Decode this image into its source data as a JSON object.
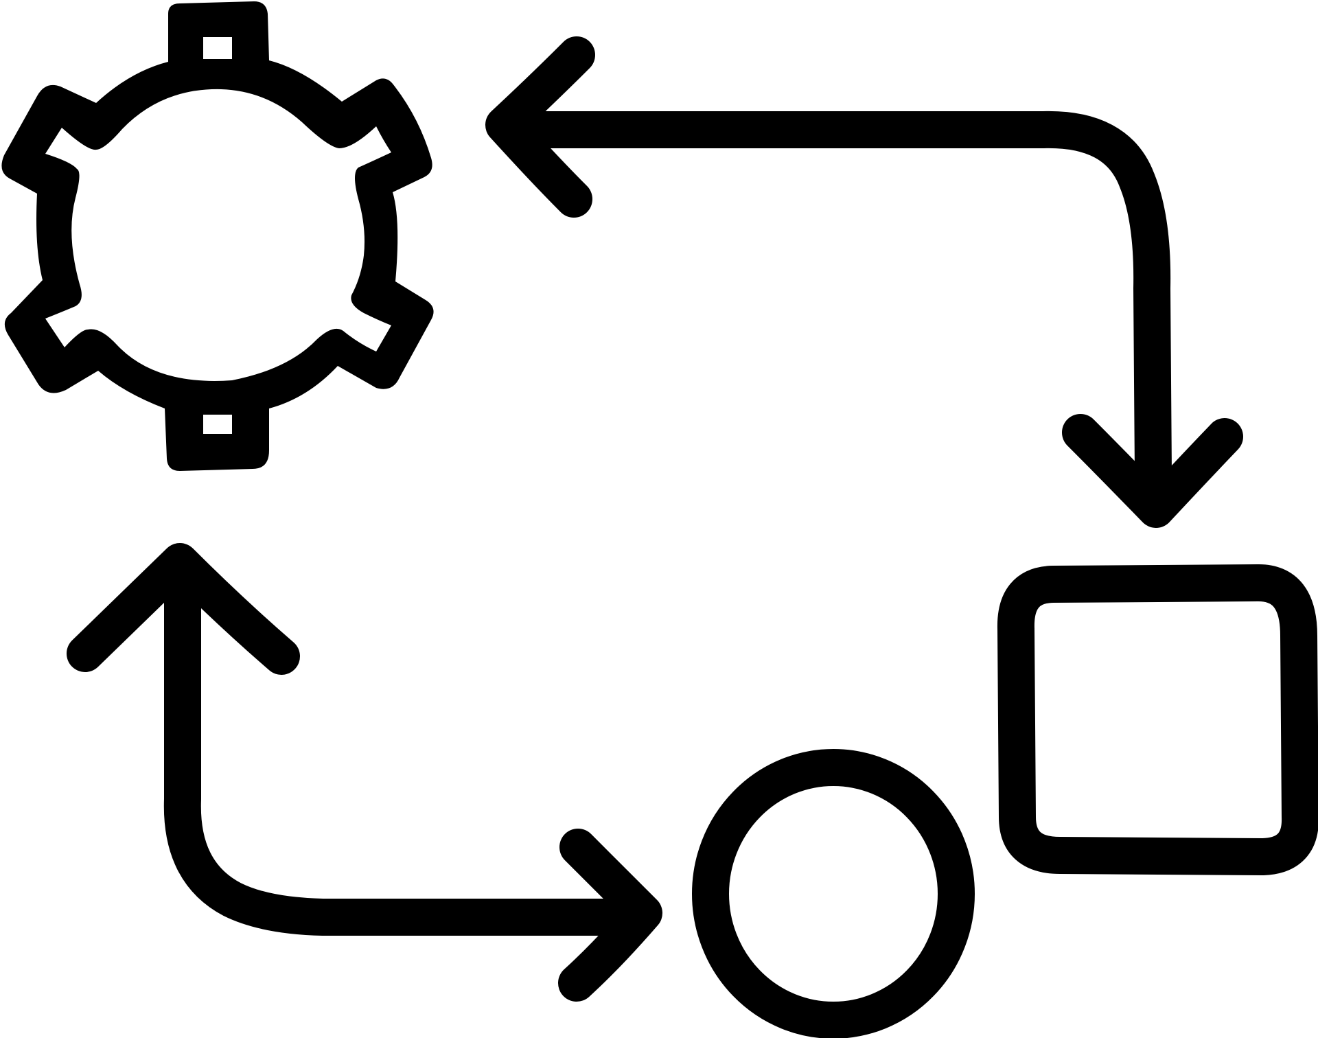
{
  "diagram": {
    "background_color": "#ffffff",
    "stroke_color": "#000000",
    "icons": [
      {
        "id": "gear",
        "semantic": "gear-icon"
      },
      {
        "id": "square",
        "semantic": "square-icon"
      },
      {
        "id": "circle",
        "semantic": "circle-icon"
      }
    ],
    "connectors": [
      {
        "from": "square",
        "to": "gear",
        "semantic": "arrow-left-icon",
        "direction": "to-gear"
      },
      {
        "from": "square",
        "to": "square",
        "semantic": "arrow-down-icon",
        "direction": "to-square"
      },
      {
        "from": "circle",
        "to": "gear",
        "semantic": "arrow-up-icon",
        "direction": "to-gear"
      },
      {
        "from": "gear",
        "to": "circle",
        "semantic": "arrow-right-icon",
        "direction": "to-circle"
      }
    ]
  }
}
